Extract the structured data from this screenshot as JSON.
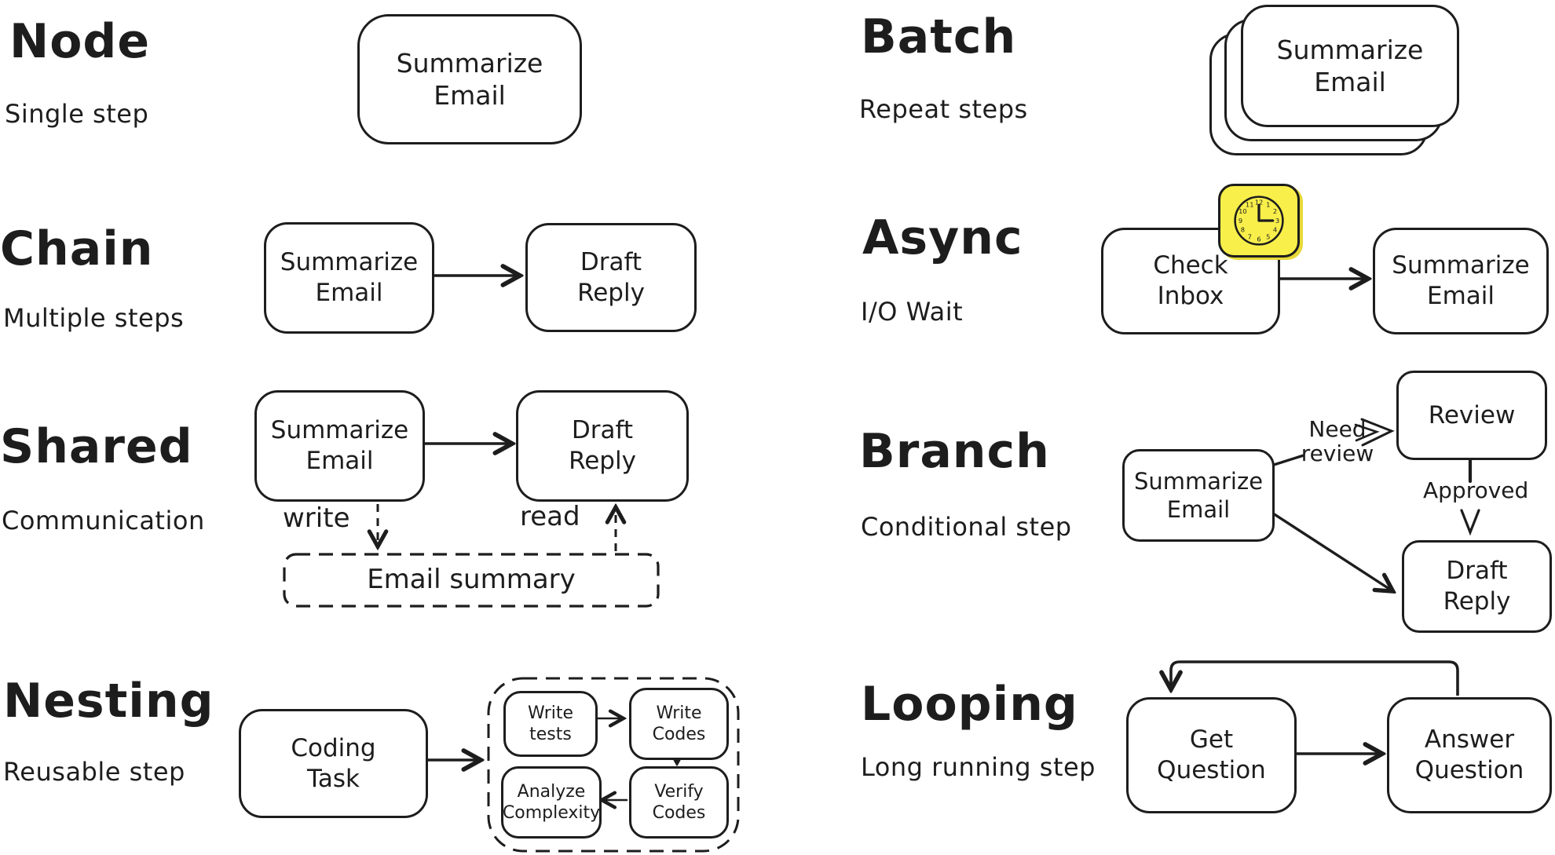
{
  "colors": {
    "ink": "#1d1d1d",
    "background": "#ffffff",
    "clock_fill": "#f8ef4a"
  },
  "sections": {
    "node": {
      "title": "Node",
      "subtitle": "Single step",
      "steps": {
        "summarize": "Summarize\nEmail"
      }
    },
    "batch": {
      "title": "Batch",
      "subtitle": "Repeat steps",
      "steps": {
        "summarize": "Summarize\nEmail"
      }
    },
    "chain": {
      "title": "Chain",
      "subtitle": "Multiple steps",
      "steps": {
        "summarize": "Summarize\nEmail",
        "draft": "Draft\nReply"
      }
    },
    "async": {
      "title": "Async",
      "subtitle": "I/O Wait",
      "steps": {
        "check": "Check\nInbox",
        "summarize": "Summarize\nEmail"
      },
      "clock_numbers": [
        "12",
        "1",
        "2",
        "3",
        "4",
        "5",
        "6",
        "7",
        "8",
        "9",
        "10",
        "11"
      ]
    },
    "shared": {
      "title": "Shared",
      "subtitle": "Communication",
      "steps": {
        "summarize": "Summarize\nEmail",
        "draft": "Draft\nReply"
      },
      "store": "Email summary",
      "labels": {
        "write": "write",
        "read": "read"
      }
    },
    "branch": {
      "title": "Branch",
      "subtitle": "Conditional step",
      "steps": {
        "summarize": "Summarize\nEmail",
        "review": "Review",
        "draft": "Draft\nReply"
      },
      "labels": {
        "need_review": "Need\nreview",
        "approved": "Approved"
      }
    },
    "nesting": {
      "title": "Nesting",
      "subtitle": "Reusable step",
      "steps": {
        "coding": "Coding\nTask",
        "write_tests": "Write\ntests",
        "write_codes": "Write\nCodes",
        "analyze": "Analyze\nComplexity",
        "verify": "Verify\nCodes"
      }
    },
    "looping": {
      "title": "Looping",
      "subtitle": "Long running step",
      "steps": {
        "get": "Get\nQuestion",
        "answer": "Answer\nQuestion"
      }
    }
  }
}
